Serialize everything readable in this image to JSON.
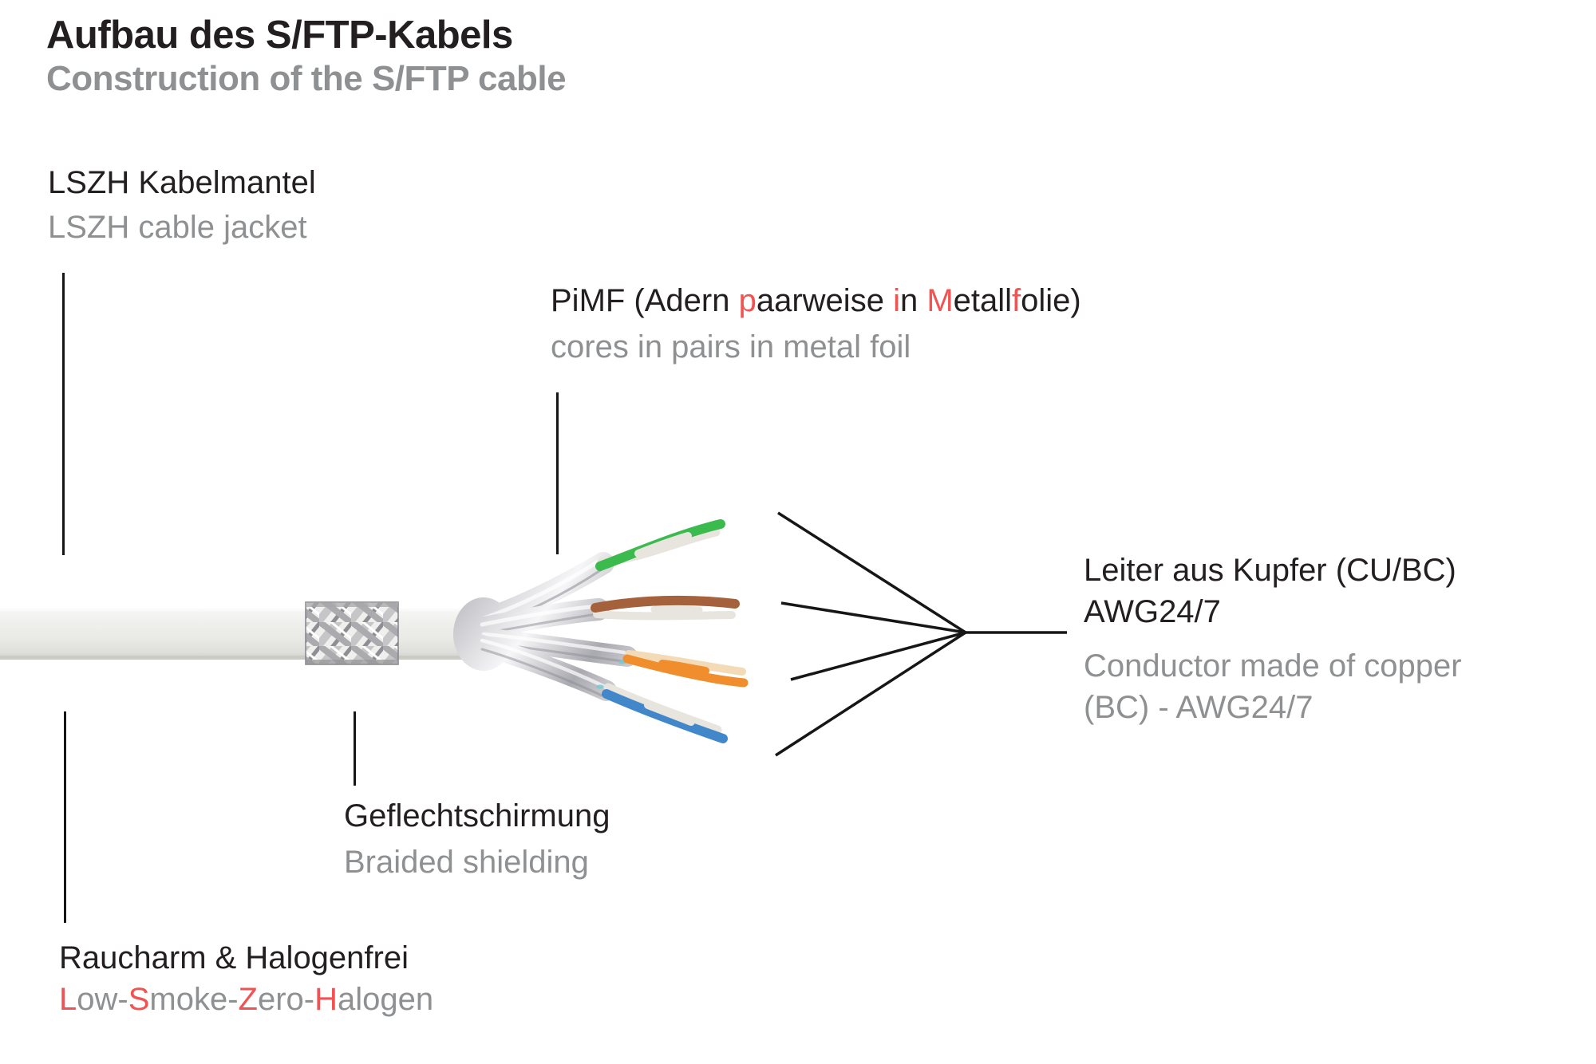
{
  "colors": {
    "text_black": "#231f20",
    "text_gray": "#8e9092",
    "accent_red": "#f15352",
    "line_black": "#161616",
    "wire_green": "#3bba4e",
    "wire_brown": "#a4613c",
    "wire_orange": "#f08d2d",
    "wire_cream": "#f2dbb6",
    "wire_blue": "#4187ca",
    "wire_white": "#e8e5df",
    "jacket_light": "#f1f1ef",
    "foil_silver": "#c6c6cb"
  },
  "header": {
    "title_de": "Aufbau des S/FTP-Kabels",
    "title_en": "Construction of the S/FTP cable"
  },
  "labels": {
    "jacket": {
      "de": "LSZH Kabelmantel",
      "en": "LSZH cable jacket"
    },
    "pimf": {
      "de_parts": [
        {
          "text": "PiMF (Adern "
        },
        {
          "text": "p",
          "red": true
        },
        {
          "text": "aarweise "
        },
        {
          "text": "i",
          "red": true
        },
        {
          "text": "n "
        },
        {
          "text": "M",
          "red": true
        },
        {
          "text": "etall"
        },
        {
          "text": "f",
          "red": true
        },
        {
          "text": "olie)"
        }
      ],
      "en": "cores in pairs in metal foil"
    },
    "conductor": {
      "de_line1": "Leiter aus Kupfer (CU/BC)",
      "de_line2": "AWG24/7",
      "en_line1": "Conductor made of copper",
      "en_line2": "(BC) - AWG24/7"
    },
    "braid": {
      "de": "Geflechtschirmung",
      "en": "Braided shielding"
    },
    "smoke": {
      "de": "Raucharm & Halogenfrei",
      "en_parts": [
        {
          "text": "L",
          "red": true
        },
        {
          "text": "ow-"
        },
        {
          "text": "S",
          "red": true
        },
        {
          "text": "moke-"
        },
        {
          "text": "Z",
          "red": true
        },
        {
          "text": "ero-"
        },
        {
          "text": "H",
          "red": true
        },
        {
          "text": "alogen"
        }
      ]
    }
  }
}
